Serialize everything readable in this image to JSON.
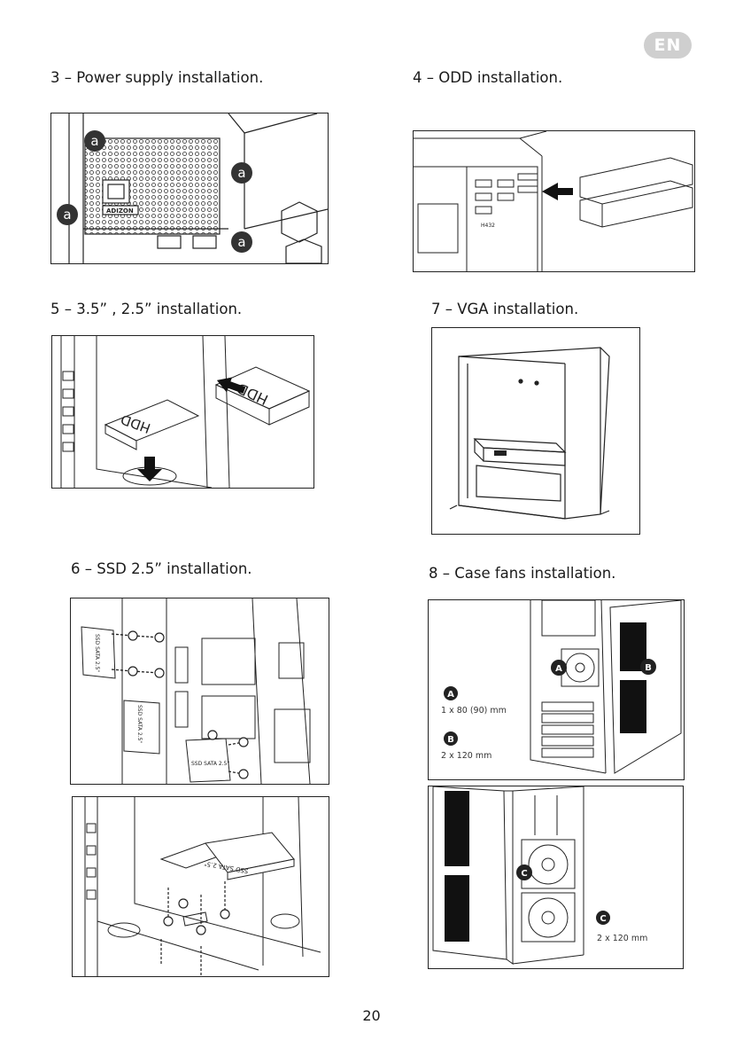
{
  "badge": "EN",
  "sections": {
    "s3": {
      "title": "3 – Power supply installation.",
      "marker": "a",
      "brand": "ADIZON"
    },
    "s4": {
      "title": "4 – ODD installation.",
      "label": "H432"
    },
    "s5": {
      "title": "5 – 3.5” , 2.5” installation.",
      "hdd": "HDD"
    },
    "s7": {
      "title": "7 – VGA installation."
    },
    "s6": {
      "title": "6 – SSD 2.5” installation.",
      "ssd": "SSD SATA 2.5\""
    },
    "s8": {
      "title": "8 – Case fans installation.",
      "A": {
        "letter": "A",
        "text": "1 x 80 (90) mm"
      },
      "B": {
        "letter": "B",
        "text": "2 x 120 mm"
      },
      "C": {
        "letter": "C",
        "text": "2 x 120 mm"
      }
    }
  },
  "page_number": "20"
}
